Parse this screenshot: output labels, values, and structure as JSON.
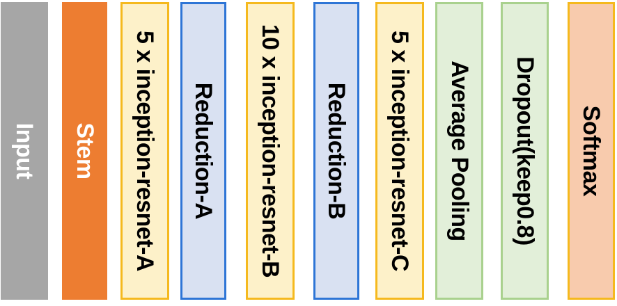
{
  "blocks": [
    {
      "id": "input",
      "label": "Input",
      "fill": "#a6a6a6",
      "text_color": "#ffffff"
    },
    {
      "id": "stem",
      "label": "Stem",
      "fill": "#ed7d31",
      "text_color": "#ffffff"
    },
    {
      "id": "inception_a",
      "label": "5 x inception-resnet-A",
      "fill": "#fdf1c9",
      "text_color": "#000000"
    },
    {
      "id": "reduction_a",
      "label": "Reduction-A",
      "fill": "#d9e1f2",
      "text_color": "#000000"
    },
    {
      "id": "inception_b",
      "label": "10 x inception-resnet-B",
      "fill": "#fdf1c9",
      "text_color": "#000000"
    },
    {
      "id": "reduction_b",
      "label": "Reduction-B",
      "fill": "#d9e1f2",
      "text_color": "#000000"
    },
    {
      "id": "inception_c",
      "label": "5 x inception-resnet-C",
      "fill": "#fdf1c9",
      "text_color": "#000000"
    },
    {
      "id": "average_pooling",
      "label": "Average Pooling",
      "fill": "#e2efd9",
      "text_color": "#000000"
    },
    {
      "id": "dropout",
      "label": "Dropout(keep0.8)",
      "fill": "#e2efd9",
      "text_color": "#000000"
    },
    {
      "id": "softmax",
      "label": "Softmax",
      "fill": "#f8cbad",
      "text_color": "#000000"
    }
  ]
}
